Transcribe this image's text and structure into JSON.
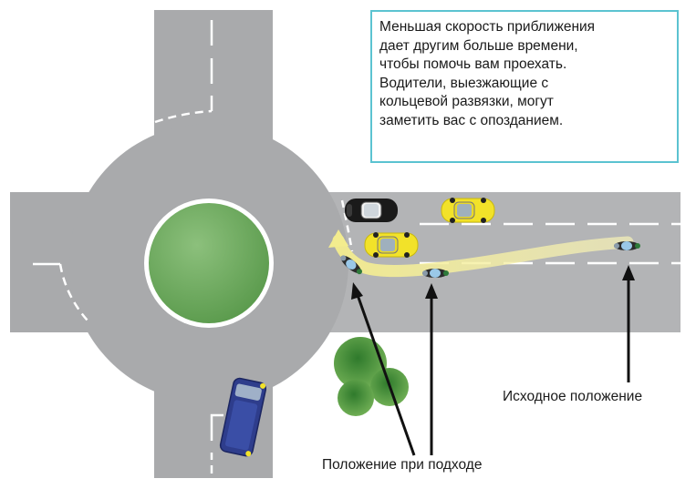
{
  "info_box": {
    "lines": [
      "Меньшая скорость приближения",
      "дает другим больше времени,",
      "чтобы помочь вам проехать.",
      "Водители, выезжающие с",
      "кольцевой развязки, могут",
      "заметить вас с опозданием."
    ]
  },
  "labels": {
    "initial_position": "Исходное положение",
    "approach_position": "Положение при подходе"
  },
  "colors": {
    "road": "#a9aaac",
    "road_light": "#b6b7b9",
    "lane_marking": "#ffffff",
    "island_green": "#6aa55a",
    "path_highlight": "#f4ee9e",
    "yellow_car": "#f2e229",
    "black_car": "#1a1a1a",
    "blue_van": "#2e3d8c",
    "box_border": "#5bc3d1",
    "tree_green": "#4a8f3a"
  },
  "icons": [
    "motorcycle-icon",
    "car-icon",
    "van-icon",
    "tree-icon",
    "arrow-icon"
  ]
}
